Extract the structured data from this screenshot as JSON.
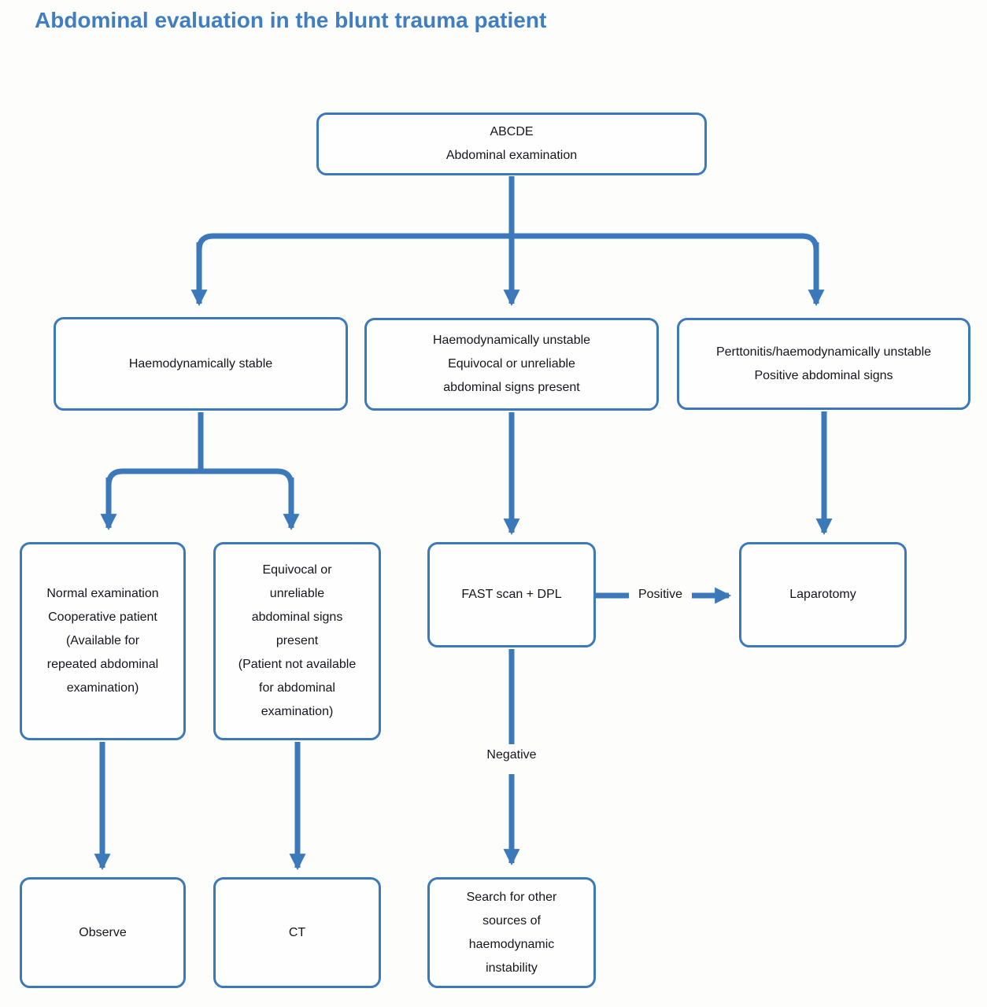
{
  "title": "Abdominal evaluation in the blunt trauma patient",
  "colors": {
    "accent_blue": "#3f7ec2",
    "line_blue": "#3b79ba",
    "text_dark": "#15151f",
    "background": "#fdfdfb",
    "box_fill": "#fefefe"
  },
  "nodes": {
    "abcde": {
      "lines": [
        "ABCDE",
        "Abdominal examination"
      ]
    },
    "stable": {
      "lines": [
        "Haemodynamically stable"
      ]
    },
    "unstable": {
      "lines": [
        "Haemodynamically unstable",
        "Equivocal or unreliable",
        "abdominal signs present"
      ]
    },
    "peritonitis": {
      "lines": [
        "Perttonitis/haemodynamically unstable",
        "Positive abdominal signs"
      ]
    },
    "normal_exam": {
      "lines": [
        "Normal examination",
        "Cooperative patient",
        "(Available for",
        "repeated abdominal",
        "examination)"
      ]
    },
    "equivocal": {
      "lines": [
        "Equivocal or",
        "unreliable",
        "abdominal signs",
        "present",
        "(Patient not available",
        "for abdominal",
        "examination)"
      ]
    },
    "fast": {
      "lines": [
        "FAST scan + DPL"
      ]
    },
    "laparotomy": {
      "lines": [
        "Laparotomy"
      ]
    },
    "observe": {
      "lines": [
        "Observe"
      ]
    },
    "ct": {
      "lines": [
        "CT"
      ]
    },
    "search": {
      "lines": [
        "Search for other",
        "sources of",
        "haemodynamic",
        "instability"
      ]
    }
  },
  "edge_labels": {
    "positive": "Positive",
    "negative": "Negative"
  },
  "edges": [
    {
      "from": "abcde",
      "to": "stable"
    },
    {
      "from": "abcde",
      "to": "unstable"
    },
    {
      "from": "abcde",
      "to": "peritonitis"
    },
    {
      "from": "stable",
      "to": "normal_exam"
    },
    {
      "from": "stable",
      "to": "equivocal"
    },
    {
      "from": "unstable",
      "to": "fast"
    },
    {
      "from": "peritonitis",
      "to": "laparotomy"
    },
    {
      "from": "fast",
      "to": "laparotomy",
      "label": "Positive"
    },
    {
      "from": "fast",
      "to": "search",
      "label": "Negative"
    },
    {
      "from": "normal_exam",
      "to": "observe"
    },
    {
      "from": "equivocal",
      "to": "ct"
    }
  ]
}
